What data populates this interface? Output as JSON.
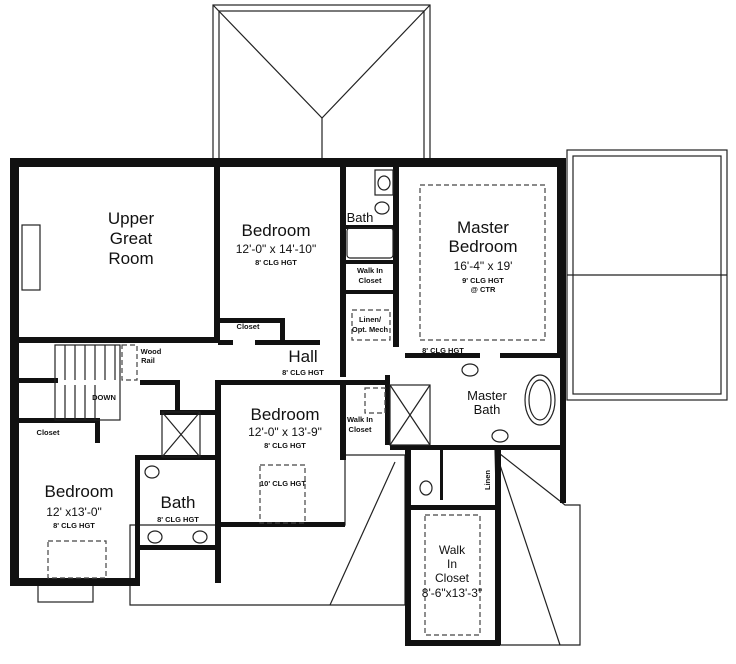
{
  "rooms": {
    "great_room": {
      "line1": "Upper",
      "line2": "Great",
      "line3": "Room"
    },
    "bedroom_top": {
      "name": "Bedroom",
      "size": "12'-0\" x 14'-10\"",
      "ceiling": "8' CLG HGT"
    },
    "bath_top": {
      "name": "Bath"
    },
    "walkin_top": {
      "line1": "Walk In",
      "line2": "Closet"
    },
    "linen_mech": {
      "line1": "Linen/",
      "line2": "Opt. Mech"
    },
    "closet_top": {
      "name": "Closet"
    },
    "master_bedroom": {
      "line1": "Master",
      "line2": "Bedroom",
      "size": "16'-4\" x 19'",
      "ceiling1": "9' CLG HGT",
      "ceiling2": "@ CTR",
      "ceiling_outer": "8' CLG HGT"
    },
    "hall": {
      "name": "Hall",
      "ceiling": "8' CLG HGT"
    },
    "stairs": {
      "rail": "Wood",
      "rail2": "Rail",
      "direction": "DOWN"
    },
    "bedroom_mid": {
      "name": "Bedroom",
      "size": "12'-0\" x 13'-9\"",
      "ceiling": "8' CLG HGT",
      "vault": "10' CLG HGT"
    },
    "walkin_mid": {
      "line1": "Walk In",
      "line2": "Closet"
    },
    "master_bath": {
      "line1": "Master",
      "line2": "Bath",
      "linen": "Linen"
    },
    "closet_left": {
      "name": "Closet"
    },
    "bedroom_left": {
      "name": "Bedroom",
      "size": "12' x13'-0\"",
      "ceiling": "8' CLG HGT"
    },
    "bath_left": {
      "name": "Bath",
      "ceiling": "8' CLG HGT"
    },
    "master_closet": {
      "line1": "Walk",
      "line2": "In",
      "line3": "Closet",
      "size": "8'-6\"x13'-3\""
    }
  }
}
